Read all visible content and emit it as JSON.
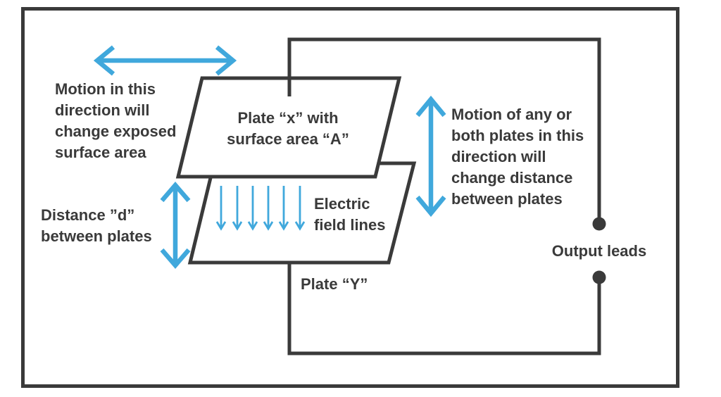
{
  "diagram": {
    "type": "capacitive-sensor-schematic",
    "texts": {
      "motion_left": {
        "lines": [
          "Motion in this",
          "direction will",
          "change exposed",
          "surface area"
        ]
      },
      "distance": {
        "lines": [
          "Distance ”d”",
          "between plates"
        ]
      },
      "plate_x": {
        "lines": [
          "Plate “x” with",
          "surface area “A”"
        ]
      },
      "electric_field": {
        "lines": [
          "Electric",
          "field lines"
        ]
      },
      "plate_y": {
        "label": "Plate “Y”"
      },
      "motion_right": {
        "lines": [
          "Motion of any or",
          "both plates in this",
          "direction will",
          "change distance",
          "between plates"
        ]
      },
      "output_leads": {
        "label": "Output leads"
      }
    },
    "icons": {
      "horizontal_double_arrow": "motion direction for exposed surface area",
      "vertical_double_arrow_distance": "distance d between plates",
      "vertical_double_arrow_motion": "motion direction changing plate distance",
      "field_line_arrows_count": 6,
      "output_lead_dots_count": 2
    },
    "colors": {
      "ink": "#3a3a3a",
      "accent": "#40a8dc",
      "background": "#ffffff"
    }
  }
}
